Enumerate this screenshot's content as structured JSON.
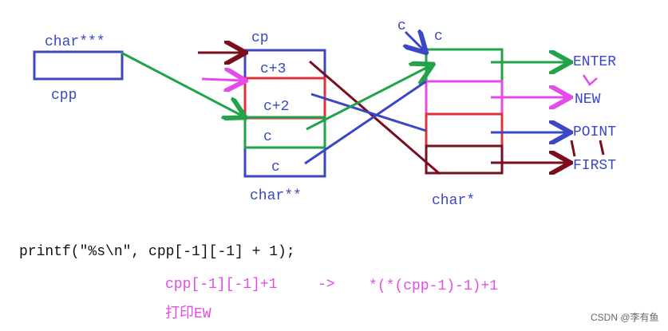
{
  "labels": {
    "cpp_type": "char***",
    "cpp_name": "cpp",
    "cp_name": "cp",
    "cp_type": "char**",
    "c_type": "char*",
    "c_label_1": "c",
    "c_label_2": "c"
  },
  "cp_cells": [
    "c+3",
    "c+2",
    "c",
    "c"
  ],
  "strings": [
    "ENTER",
    "NEW",
    "POINT",
    "FIRST"
  ],
  "code": {
    "printf_line": "printf(\"%s\\n\", cpp[-1][-1] + 1);",
    "expr_left": "cpp[-1][-1]+1",
    "arrow": "->",
    "expr_right": "*(*(cpp-1)-1)+1",
    "result": "打印EW"
  },
  "watermark": "CSDN @李有鱼",
  "colors": {
    "blue": "#3b47c4",
    "green": "#22a34a",
    "red": "#e0323a",
    "darkred": "#7a0d1e",
    "pink": "#e44be8",
    "black": "#111111"
  }
}
